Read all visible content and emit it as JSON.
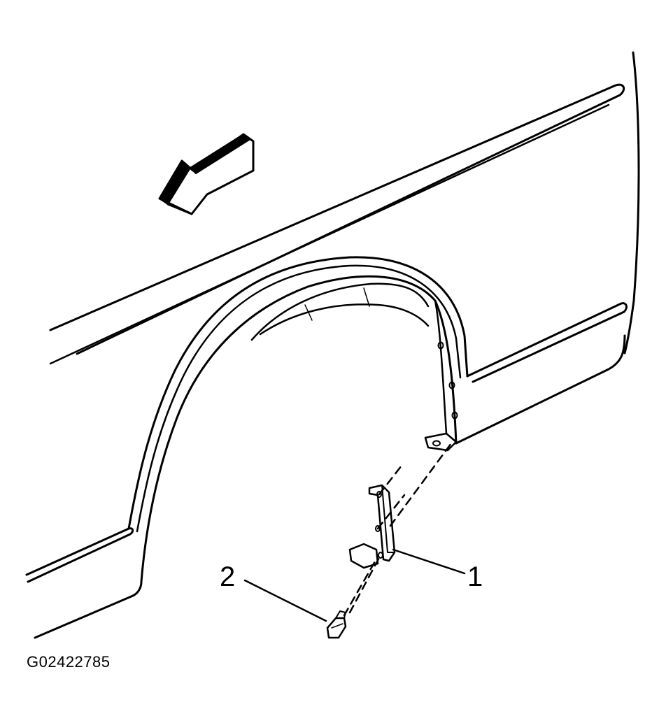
{
  "diagram": {
    "callouts": [
      {
        "id": "1",
        "label": "1"
      },
      {
        "id": "2",
        "label": "2"
      }
    ],
    "reference_code": "G02422785",
    "colors": {
      "line": "#000000",
      "background": "#ffffff"
    },
    "icons": {
      "direction_arrow": "front-direction-arrow-icon"
    }
  }
}
